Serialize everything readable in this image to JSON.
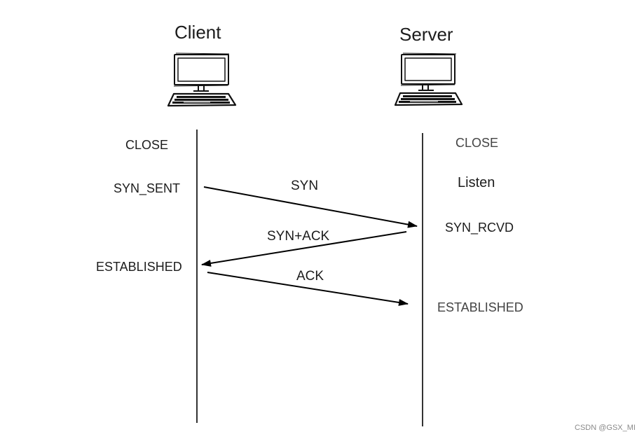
{
  "diagram": {
    "title": "TCP three-way handshake",
    "participants": [
      {
        "id": "client",
        "label": "Client",
        "icon": "computer-icon"
      },
      {
        "id": "server",
        "label": "Server",
        "icon": "computer-icon"
      }
    ],
    "client_states": [
      "CLOSE",
      "SYN_SENT",
      "ESTABLISHED"
    ],
    "server_states": [
      "CLOSE",
      "Listen",
      "SYN_RCVD",
      "ESTABLISHED"
    ],
    "messages": [
      {
        "label": "SYN",
        "from": "client",
        "to": "server"
      },
      {
        "label": "SYN+ACK",
        "from": "server",
        "to": "client"
      },
      {
        "label": "ACK",
        "from": "client",
        "to": "server"
      }
    ],
    "colors": {
      "line": "#000000",
      "lifeline": "#333333",
      "text": "#1c1c1c"
    }
  },
  "watermark": "CSDN @GSX_MI"
}
